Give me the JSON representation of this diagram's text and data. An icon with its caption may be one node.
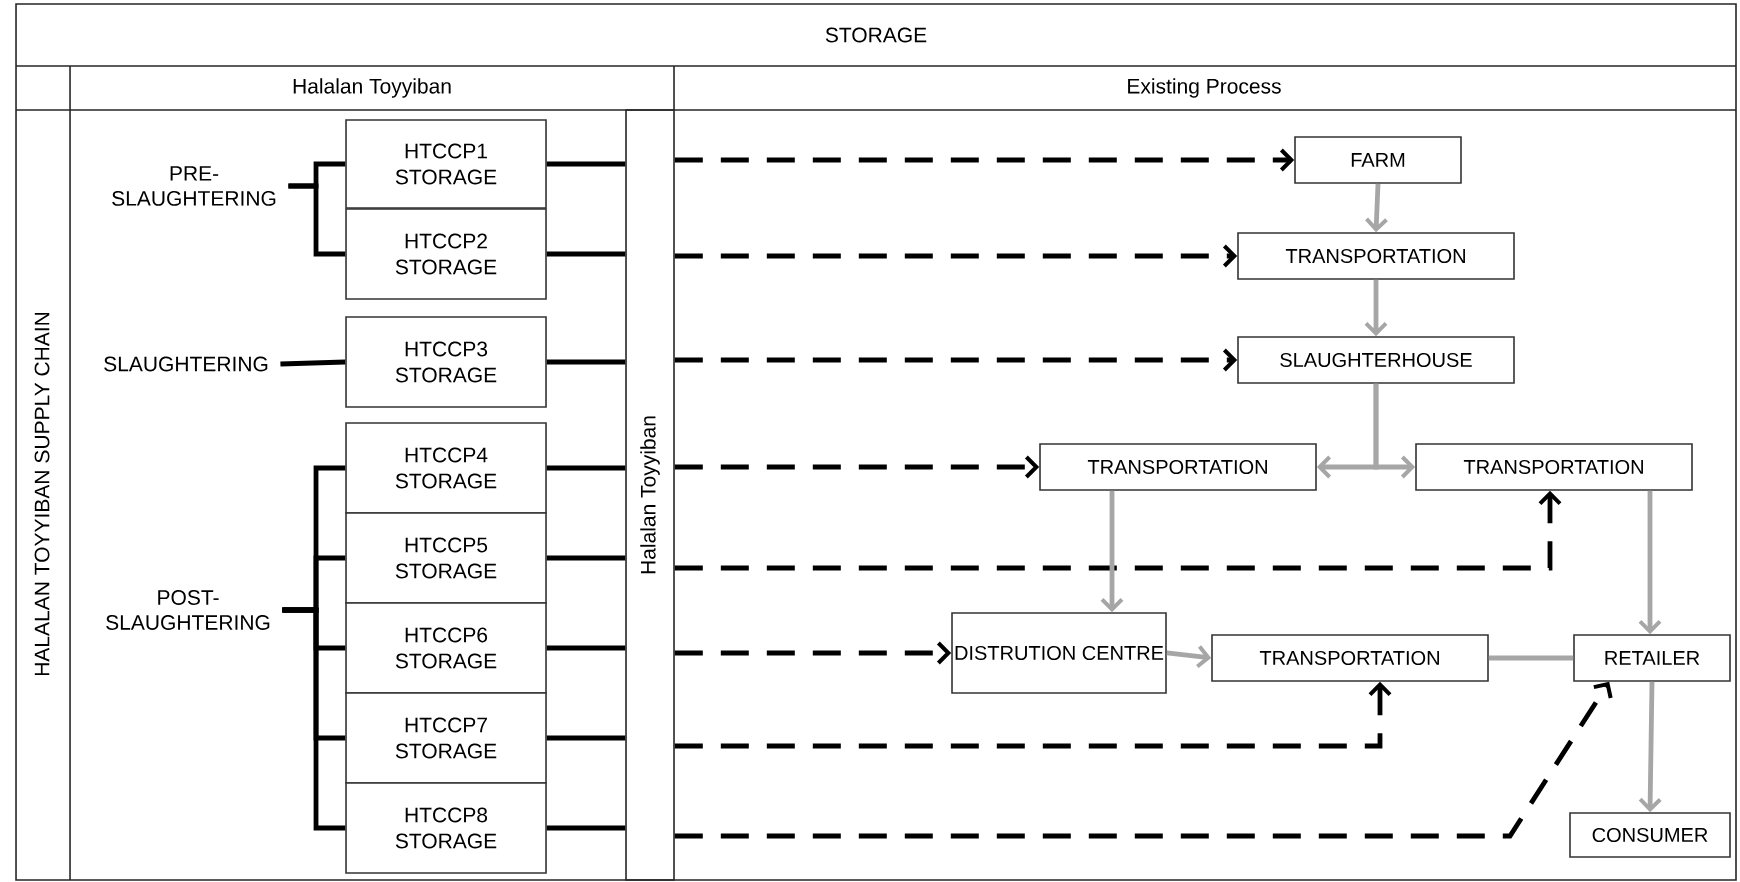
{
  "diagram": {
    "nodes": [
      {
        "text": [
          "PRE- SLAUGHTERING"
        ]
      },
      {
        "text": [
          "HTCCP1",
          "STORAGE"
        ]
      },
      {
        "text": [
          "HTCCP2",
          "STORAGE"
        ]
      },
      {
        "text": [
          "SLAUGHTERING"
        ]
      },
      {
        "text": [
          "HTCCP3",
          "STORAGE"
        ]
      },
      {
        "text": [
          "POST- SLAUGHTERING"
        ]
      },
      {
        "text": [
          "HTCCP4",
          "STORAGE"
        ]
      },
      {
        "text": [
          "HTCCP5",
          "STORAGE"
        ]
      },
      {
        "text": [
          "HTCCP6",
          "STORAGE"
        ]
      },
      {
        "text": [
          "HTCCP7",
          "STORAGE"
        ]
      },
      {
        "text": [
          "HTCCP8",
          "STORAGE"
        ]
      },
      {
        "text": [
          "Halalan Toyyiban"
        ]
      },
      {
        "text": [
          "FARM"
        ]
      },
      {
        "text": [
          "TRANSPORTATION"
        ]
      },
      {
        "text": [
          "SLAUGHTERHOUSE"
        ]
      },
      {
        "text": [
          "TRANSPORTATION"
        ]
      },
      {
        "text": [
          "TRANSPORTATION"
        ]
      },
      {
        "text": [
          "DISTRUTION CENTRE"
        ]
      },
      {
        "text": [
          "TRANSPORTATION"
        ]
      },
      {
        "text": [
          "RETAILER"
        ]
      },
      {
        "text": [
          "CONSUMER"
        ]
      }
    ],
    "edges": [
      {
        "from": 0,
        "to": 1,
        "arrow": "none"
      },
      {
        "from": 0,
        "to": 2,
        "arrow": "none"
      },
      {
        "from": 3,
        "to": 4,
        "arrow": "none"
      },
      {
        "from": 5,
        "to": 6,
        "arrow": "none"
      },
      {
        "from": 5,
        "to": 7,
        "arrow": "none"
      },
      {
        "from": 5,
        "to": 8,
        "arrow": "none"
      },
      {
        "from": 5,
        "to": 9,
        "arrow": "none"
      },
      {
        "from": 5,
        "to": 10,
        "arrow": "none"
      },
      {
        "from": 1,
        "to": 11,
        "arrow": "none"
      },
      {
        "from": 2,
        "to": 11,
        "arrow": "none"
      },
      {
        "from": 4,
        "to": 11,
        "arrow": "none"
      },
      {
        "from": 6,
        "to": 11,
        "arrow": "none"
      },
      {
        "from": 7,
        "to": 11,
        "arrow": "none"
      },
      {
        "from": 8,
        "to": 11,
        "arrow": "none"
      },
      {
        "from": 9,
        "to": 11,
        "arrow": "none"
      },
      {
        "from": 10,
        "to": 11,
        "arrow": "none"
      },
      {
        "from": 11,
        "to": 12,
        "arrow": "to",
        "style": "dashed"
      },
      {
        "from": 11,
        "to": 13,
        "arrow": "to",
        "style": "dashed"
      },
      {
        "from": 11,
        "to": 14,
        "arrow": "to",
        "style": "dashed"
      },
      {
        "from": 11,
        "to": 15,
        "arrow": "to",
        "style": "dashed"
      },
      {
        "from": 11,
        "to": 16,
        "arrow": "to",
        "style": "dashed"
      },
      {
        "from": 11,
        "to": 17,
        "arrow": "to",
        "style": "dashed"
      },
      {
        "from": 11,
        "to": 18,
        "arrow": "to",
        "style": "dashed"
      },
      {
        "from": 11,
        "to": 19,
        "arrow": "to",
        "style": "dashed"
      },
      {
        "from": 12,
        "to": 13,
        "arrow": "to",
        "color": "#a6a6a6"
      },
      {
        "from": 13,
        "to": 14,
        "arrow": "to",
        "color": "#a6a6a6"
      },
      {
        "from": 14,
        "to": 15,
        "arrow": "to",
        "color": "#a6a6a6"
      },
      {
        "from": 14,
        "to": 16,
        "arrow": "to",
        "color": "#a6a6a6"
      },
      {
        "from": 15,
        "to": 17,
        "arrow": "to",
        "color": "#a6a6a6"
      },
      {
        "from": 16,
        "to": 19,
        "arrow": "to",
        "color": "#a6a6a6"
      },
      {
        "from": 17,
        "to": 18,
        "arrow": "to",
        "color": "#a6a6a6"
      },
      {
        "from": 18,
        "to": 19,
        "arrow": "none",
        "color": "#a6a6a6"
      },
      {
        "from": 19,
        "to": 20,
        "arrow": "to",
        "color": "#a6a6a6"
      }
    ],
    "labels": [
      "STORAGE",
      "Halalan Toyyiban",
      "Existing Process",
      "HALALAN TOYYIBAN SUPPLY CHAIN"
    ]
  }
}
